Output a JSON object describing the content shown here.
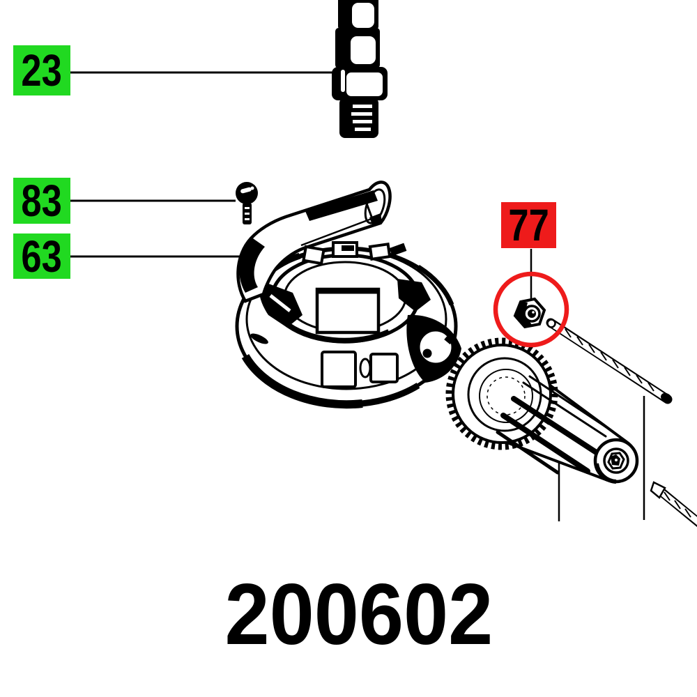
{
  "colors": {
    "label_green": "#21d921",
    "label_red": "#ee1b1b",
    "ink": "#000000",
    "paper": "#ffffff"
  },
  "part_number": "200602",
  "callouts": [
    {
      "ref": "23",
      "highlight": "green",
      "points_to": "spindle-shaft"
    },
    {
      "ref": "83",
      "highlight": "green",
      "points_to": "pan-head-screw"
    },
    {
      "ref": "63",
      "highlight": "green",
      "points_to": "gear-head-housing"
    },
    {
      "ref": "77",
      "highlight": "red",
      "points_to": "hex-nut"
    }
  ],
  "drawings": {
    "shaft": "spindle-shaft-drawing",
    "screw": "pan-head-screw-drawing",
    "housing": "gear-head-housing-drawing",
    "nut": "hex-nut-drawing",
    "armature": "armature-with-pinion-drawing",
    "rod_upper": "motor-shaft-rod-drawing",
    "rod_lower": "short-pin-rod-drawing"
  }
}
